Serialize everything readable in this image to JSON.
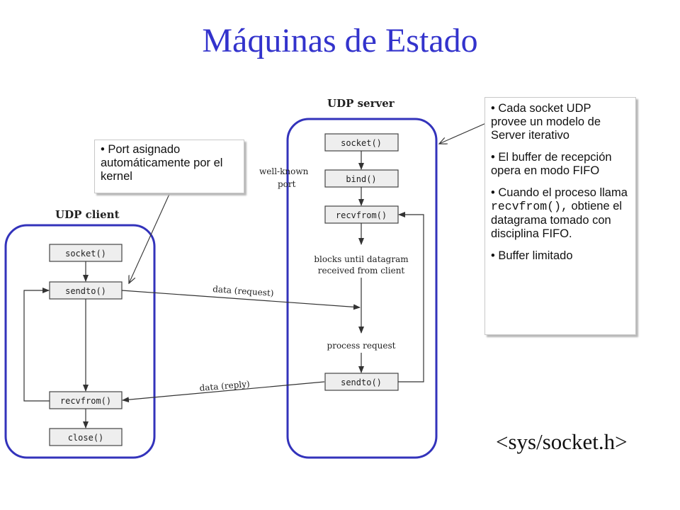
{
  "title": "Máquinas de Estado",
  "footer": "<sys/socket.h>",
  "client": {
    "heading": "UDP client",
    "boxes": {
      "socket": "socket()",
      "sendto": "sendto()",
      "recvfrom": "recvfrom()",
      "close": "close()"
    }
  },
  "server": {
    "heading": "UDP server",
    "boxes": {
      "socket": "socket()",
      "bind": "bind()",
      "recvfrom": "recvfrom()",
      "sendto": "sendto()"
    },
    "well_known": "well-known",
    "port": "port",
    "blocks_line1": "blocks until datagram",
    "blocks_line2": "received from client",
    "process": "process request"
  },
  "arrows": {
    "request": "data (request)",
    "reply": "data (reply)"
  },
  "note_left": {
    "line1": "• Port asignado automáticamente por el kernel"
  },
  "note_right": {
    "p1": "• Cada socket UDP provee un modelo de Server iterativo",
    "p2": "• El buffer de recepción opera en modo FIFO",
    "p3_a": "• Cuando el proceso llama ",
    "p3_code": "recvfrom(),",
    "p3_b": " obtiene el datagrama tomado con disciplina FIFO.",
    "p4": "• Buffer limitado"
  },
  "colors": {
    "title": "#3333cc",
    "highlight_border": "#3333bb",
    "box_fill": "#eeeeee"
  }
}
